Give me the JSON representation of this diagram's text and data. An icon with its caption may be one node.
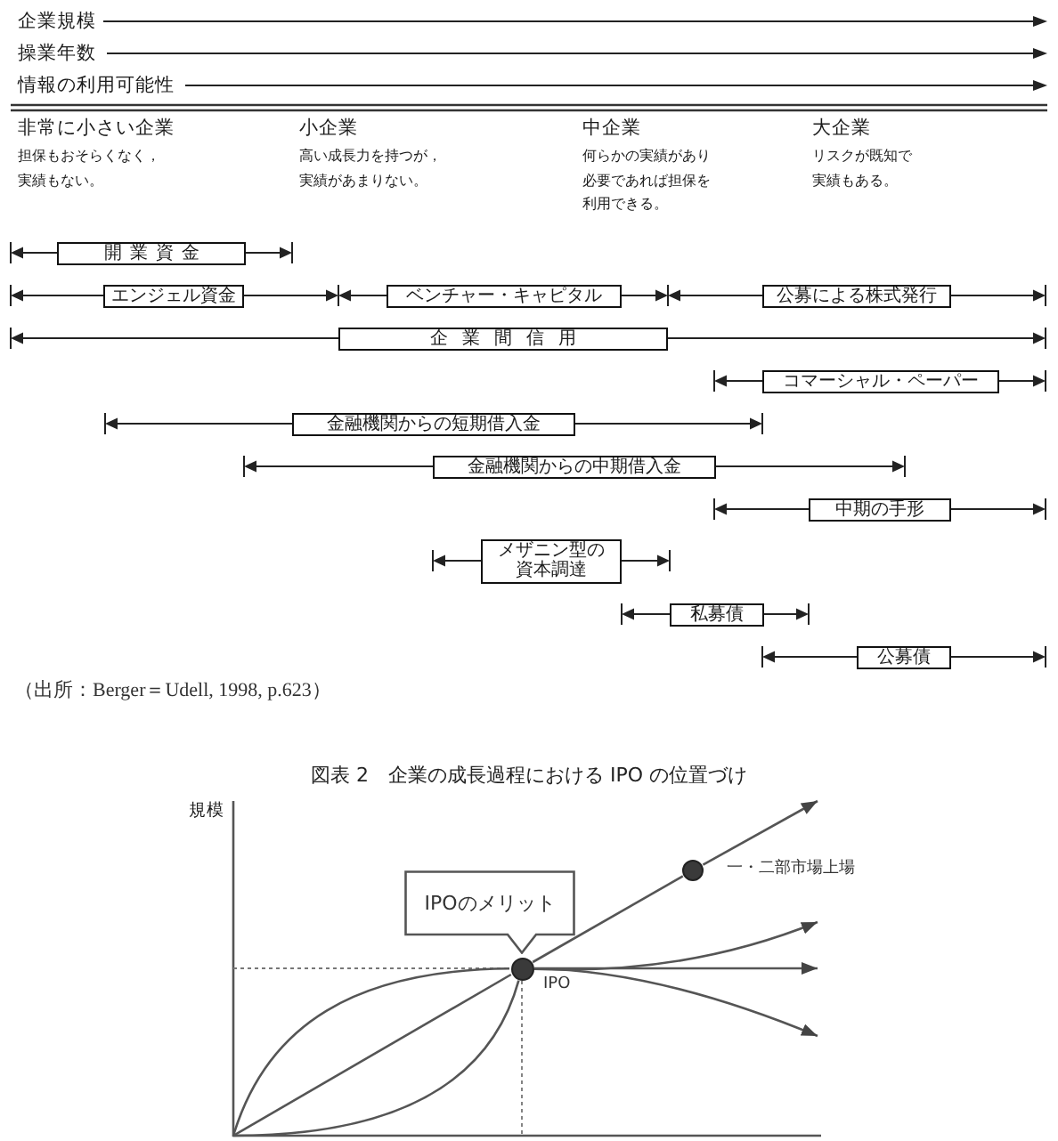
{
  "diagram": {
    "title": "図表 2　企業の成長過程における IPO の位置づけ",
    "caption": "（出所：Berger＝Udell, 1998, p.623）",
    "nodes": [
      {
        "text": [
          "開業資金"
        ]
      },
      {
        "text": [
          "エンジェル資金"
        ]
      },
      {
        "text": [
          "ベンチャー・キャピタル"
        ]
      },
      {
        "text": [
          "公募による株式発行"
        ]
      },
      {
        "text": [
          "企業間信用"
        ]
      },
      {
        "text": [
          "コマーシャル・ペーパー"
        ]
      },
      {
        "text": [
          "金融機関からの短期借入金"
        ]
      },
      {
        "text": [
          "金融機関からの中期借入金"
        ]
      },
      {
        "text": [
          "中期の手形"
        ]
      },
      {
        "text": [
          "メザニン型の資本調達"
        ]
      },
      {
        "text": [
          "私募債"
        ]
      },
      {
        "text": [
          "公募債"
        ]
      },
      {
        "text": [
          "IPOのメリット"
        ]
      },
      {
        "text": [],
        "shape": "circle",
        "beside": [
          "一・二部市場上場"
        ]
      },
      {
        "text": [],
        "shape": "circle",
        "beside": [
          "IPO"
        ]
      }
    ],
    "edges": [
      {
        "from": 14,
        "to": 13,
        "arrow": "none"
      },
      {
        "from": 13,
        "to": null,
        "arrow": "to"
      },
      {
        "from": 14,
        "to": null,
        "arrow": "to"
      },
      {
        "from": 14,
        "to": null,
        "arrow": "to"
      },
      {
        "from": 14,
        "to": null,
        "arrow": "to"
      },
      {
        "from": null,
        "to": 14,
        "arrow": "none"
      },
      {
        "from": null,
        "to": 14,
        "arrow": "none"
      },
      {
        "from": null,
        "to": 14,
        "arrow": "none"
      }
    ],
    "labels": [
      "企業規模",
      "操業年数",
      "情報の利用可能性",
      "非常に小さい企業",
      "担保もおそらくなく，実績もない。",
      "小企業",
      "高い成長力を持つが，実績があまりない。",
      "中企業",
      "何らかの実績があり必要であれば担保を利用できる。",
      "大企業",
      "リスクが既知で実績もある。",
      "規模"
    ]
  }
}
